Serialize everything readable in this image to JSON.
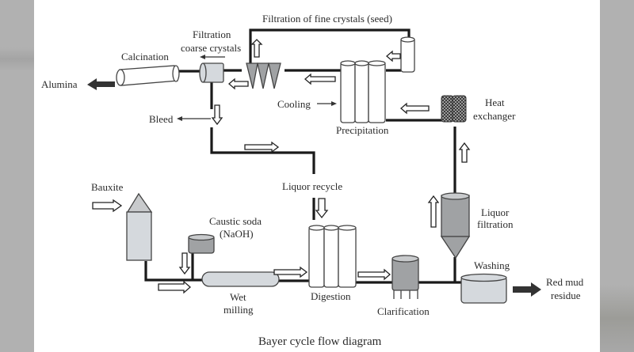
{
  "diagram": {
    "title": "Bayer cycle flow diagram",
    "labels": {
      "filtration_fine": "Filtration of fine crystals (seed)",
      "filtration_coarse_1": "Filtration",
      "filtration_coarse_2": "coarse crystals",
      "calcination": "Calcination",
      "alumina": "Alumina",
      "cooling": "Cooling",
      "bleed": "Bleed",
      "precipitation": "Precipitation",
      "heat_exchanger_1": "Heat",
      "heat_exchanger_2": "exchanger",
      "liquor_recycle": "Liquor recycle",
      "bauxite": "Bauxite",
      "caustic_soda_1": "Caustic soda",
      "caustic_soda_2": "(NaOH)",
      "liquor_filtration_1": "Liquor",
      "liquor_filtration_2": "filtration",
      "washing": "Washing",
      "wet_milling_1": "Wet",
      "wet_milling_2": "milling",
      "digestion": "Digestion",
      "clarification": "Clarification",
      "red_mud_1": "Red mud",
      "red_mud_2": "residue"
    },
    "colors": {
      "background": "#ffffff",
      "side_band": "#b1b1b1",
      "pipe": "#1a1a1a",
      "vessel_light": "#d5d9dd",
      "vessel_gray": "#a0a2a4",
      "text": "#2b2b2b"
    }
  }
}
